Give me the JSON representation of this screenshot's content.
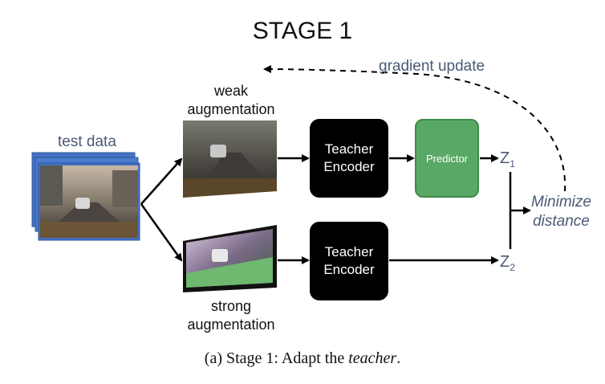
{
  "title": "STAGE 1",
  "gradient_label": "gradient update",
  "test_data_label": "test data",
  "weak_label_line1": "weak",
  "weak_label_line2": "augmentation",
  "strong_label_line1": "strong",
  "strong_label_line2": "augmentation",
  "encoder_top_line1": "Teacher",
  "encoder_top_line2": "Encoder",
  "encoder_bottom_line1": "Teacher",
  "encoder_bottom_line2": "Encoder",
  "predictor_label": "Predictor",
  "z1_base": "Z",
  "z1_sub": "1",
  "z2_base": "Z",
  "z2_sub": "2",
  "minimize_line1": "Minimize",
  "minimize_line2": "distance",
  "caption_prefix": "(a) Stage 1: Adapt the ",
  "caption_emph": "teacher",
  "caption_suffix": ".",
  "colors": {
    "encoder": "#000000",
    "predictor": "#5aa865",
    "label_blue": "#4a5a75",
    "stack_blue": "#4472c4"
  }
}
